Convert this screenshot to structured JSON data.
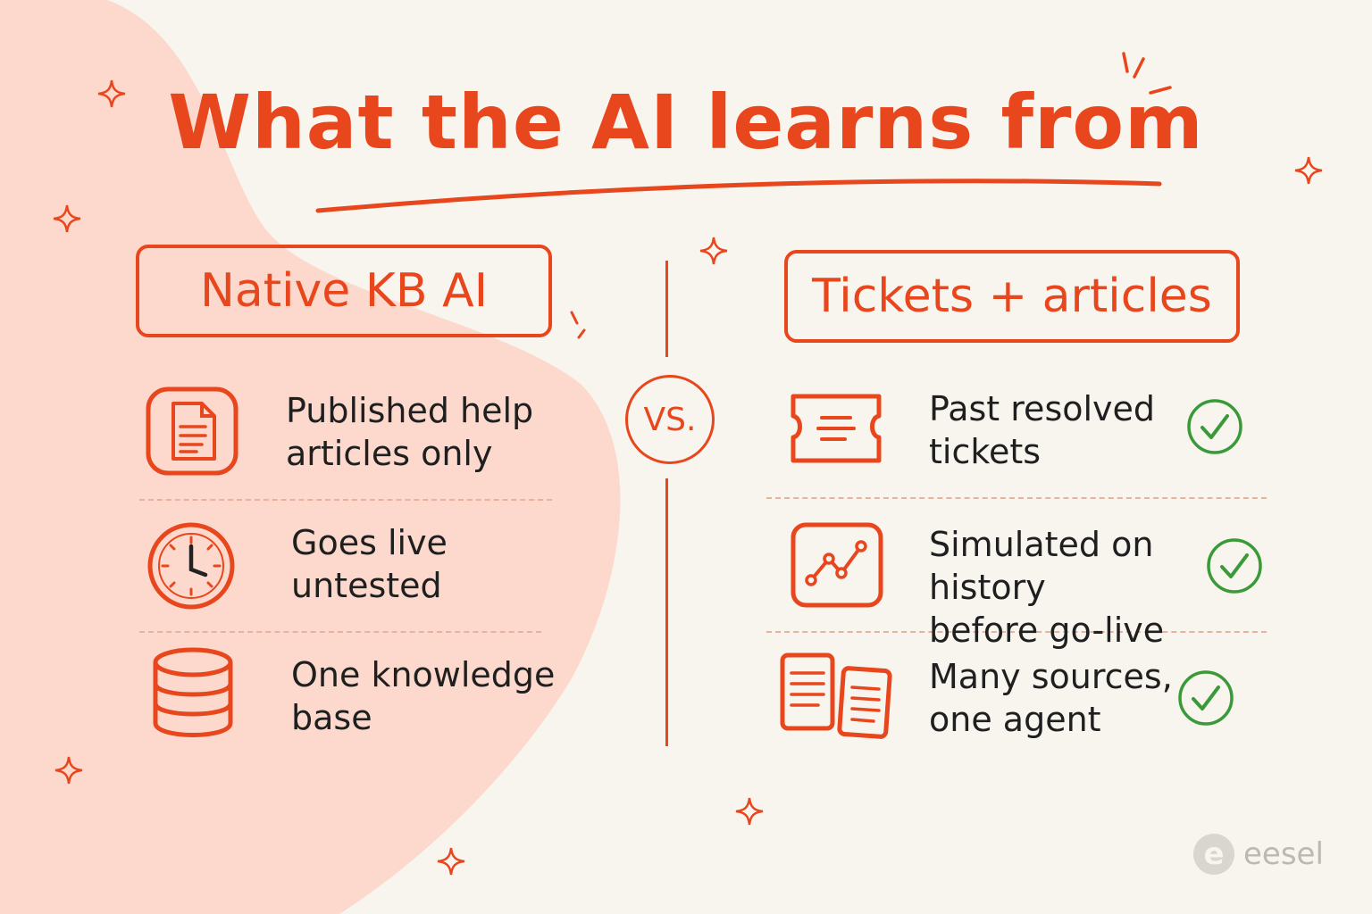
{
  "title": "What the AI learns from",
  "colors": {
    "accent": "#e8461c",
    "check_green": "#3a9a3a",
    "blob": "#fcd9cc",
    "background": "#f8f5ef"
  },
  "vs_label": "VS.",
  "left": {
    "header": "Native KB AI",
    "items": [
      {
        "icon": "document-icon",
        "text": "Published help\narticles only"
      },
      {
        "icon": "clock-icon",
        "text": "Goes live\nuntested"
      },
      {
        "icon": "database-icon",
        "text": "One knowledge\nbase"
      }
    ]
  },
  "right": {
    "header": "Tickets + articles",
    "items": [
      {
        "icon": "ticket-icon",
        "text": "Past resolved\ntickets",
        "status": "check-icon"
      },
      {
        "icon": "line-chart-icon",
        "text": "Simulated on history\nbefore go-live",
        "status": "check-icon"
      },
      {
        "icon": "documents-icon",
        "text": "Many sources,\none agent",
        "status": "check-icon"
      }
    ]
  },
  "logo": {
    "mark": "e",
    "text": "eesel"
  }
}
